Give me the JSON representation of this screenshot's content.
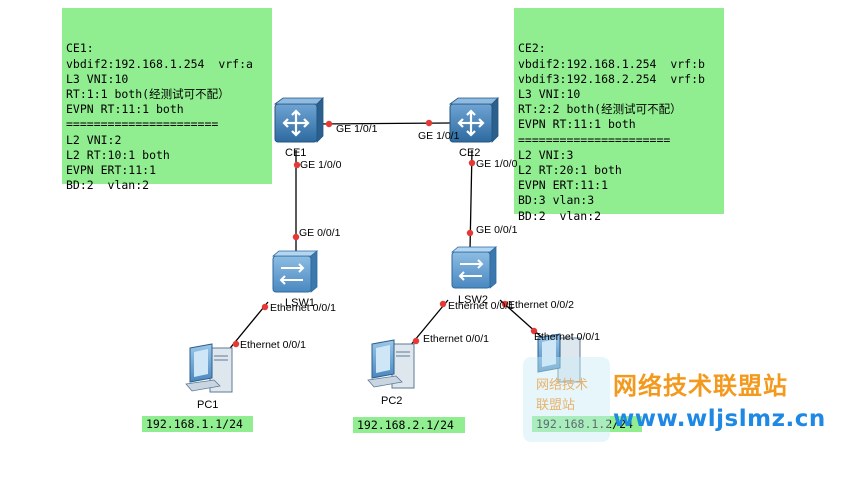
{
  "ce1_note": {
    "lines": [
      "CE1:",
      "vbdif2:192.168.1.254  vrf:a",
      "L3 VNI:10",
      "RT:1:1 both(经测试可不配）",
      "EVPN RT:11:1 both",
      "======================",
      "L2 VNI:2",
      "L2 RT:10:1 both",
      "EVPN ERT:11:1",
      "BD:2  vlan:2"
    ]
  },
  "ce2_note": {
    "lines": [
      "CE2:",
      "vbdif2:192.168.1.254  vrf:b",
      "vbdif3:192.168.2.254  vrf:b",
      "L3 VNI:10",
      "RT:2:2 both(经测试可不配）",
      "EVPN RT:11:1 both",
      "======================",
      "L2 VNI:3",
      "L2 RT:20:1 both",
      "EVPN ERT:11:1",
      "BD:3 vlan:3",
      "BD:2  vlan:2"
    ]
  },
  "devices": {
    "ce1": "CE1",
    "ce2": "CE2",
    "lsw1": "LSW1",
    "lsw2": "LSW2",
    "pc1": "PC1",
    "pc2": "PC2"
  },
  "ports": {
    "ce1_ge101": "GE 1/0/1",
    "ce2_ge101": "GE 1/0/1",
    "ce1_ge100": "GE 1/0/0",
    "ce2_ge100": "GE 1/0/0",
    "lsw1_ge001": "GE 0/0/1",
    "lsw2_ge001": "GE 0/0/1",
    "lsw1_eth001": "Ethernet 0/0/1",
    "pc1_eth001": "Ethernet 0/0/1",
    "lsw2_eth001": "Ethernet 0/0/1",
    "lsw2_eth002": "Ethernet 0/0/2",
    "pc2_eth001": "Ethernet 0/0/1",
    "pc3_eth001": "Ethernet 0/0/1"
  },
  "ips": {
    "pc1": "192.168.1.1/24",
    "pc2": "192.168.2.1/24",
    "pc3": "192.168.1.2/24"
  },
  "watermark": {
    "cn": "网络技术联盟站",
    "url": "www.wljslmz.cn",
    "box_text": "网络技术\n联盟站"
  },
  "colors": {
    "note_bg": "#90ee90",
    "link": "#000000",
    "port_dot": "#e53935",
    "router_blue": "#3f7fb5",
    "wm_orange": "#f39a1e",
    "wm_blue": "#1e88e5"
  },
  "icons": {
    "router": "router-icon",
    "switch": "switch-icon",
    "pc": "pc-icon"
  }
}
